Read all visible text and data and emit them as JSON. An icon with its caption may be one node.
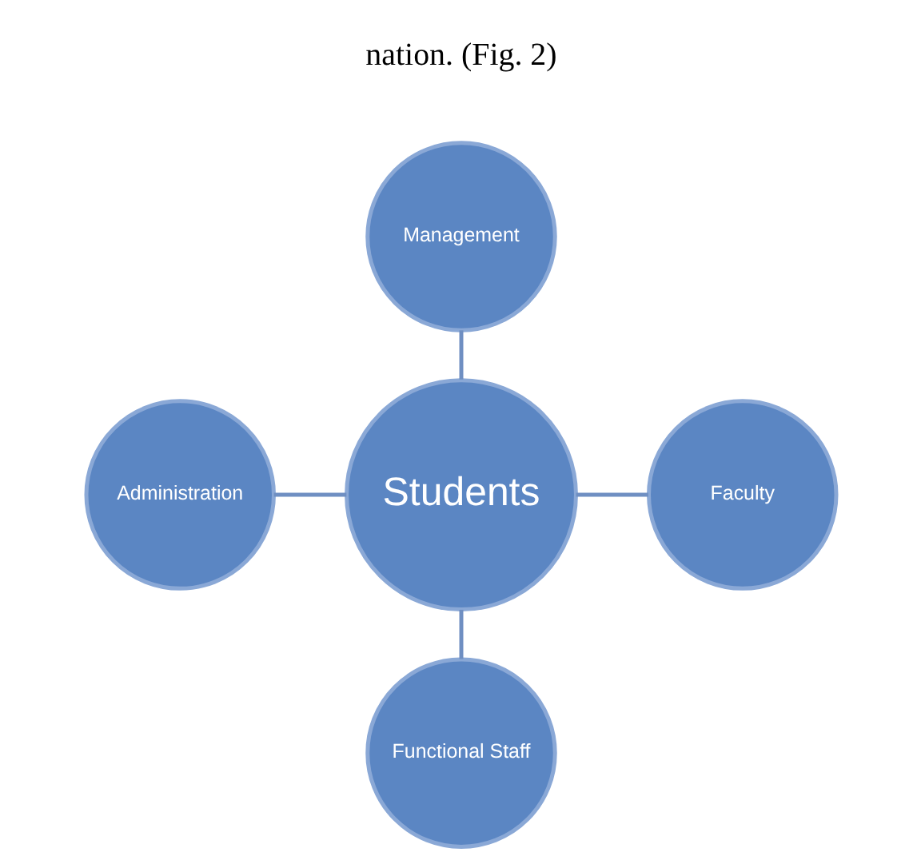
{
  "diagram": {
    "nodes": [
      {
        "text": [
          "Management"
        ]
      },
      {
        "text": [
          "Administration"
        ]
      },
      {
        "text": [
          "Students"
        ]
      },
      {
        "text": [
          "Faculty"
        ]
      },
      {
        "text": [
          "Functional Staff"
        ]
      }
    ],
    "edges": [
      {
        "from": 0,
        "to": 2,
        "arrow": "none"
      },
      {
        "from": 1,
        "to": 2,
        "arrow": "none"
      },
      {
        "from": 2,
        "to": 3,
        "arrow": "none"
      },
      {
        "from": 2,
        "to": 4,
        "arrow": "none"
      }
    ],
    "labels": [
      "nation. (Fig. 2)"
    ]
  }
}
